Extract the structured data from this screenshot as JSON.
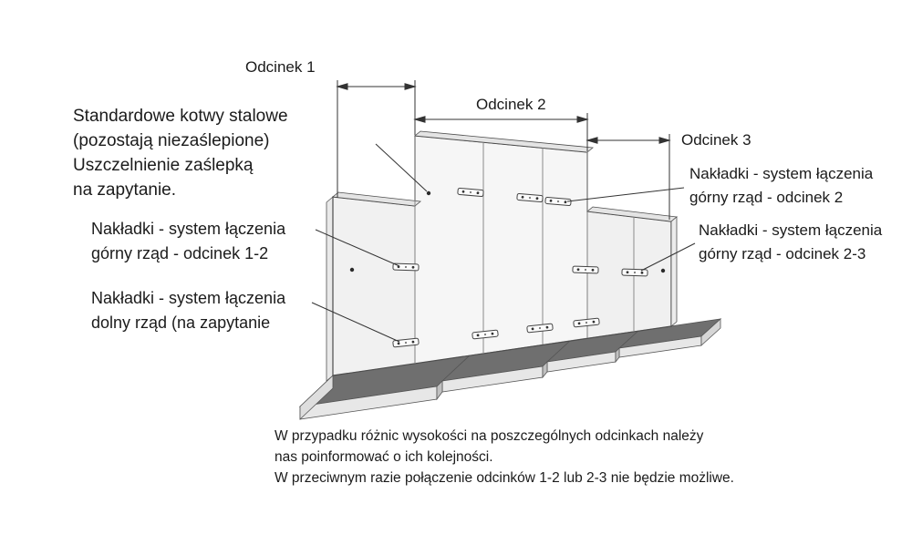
{
  "dimensions": {
    "d1": "Odcinek 1",
    "d2": "Odcinek 2",
    "d3": "Odcinek 3"
  },
  "annotations": {
    "anchors_note": "Standardowe kotwy stalowe\n(pozostają niezaślepione)\nUszczelnienie zaślepką\nna zapytanie.",
    "left_upper": "Nakładki - system łączenia\ngórny rząd - odcinek 1-2",
    "left_lower": "Nakładki - system łączenia\ndolny rząd (na zapytanie",
    "right_upper": "Nakładki - system łączenia\ngórny rząd - odcinek 2",
    "right_lower": "Nakładki - system łączenia\ngórny rząd - odcinek 2-3",
    "bottom_note": "W przypadku różnic wysokości na poszczególnych odcinkach należy\nnas poinformować o ich kolejności.\nW przeciwnym razie połączenie odcinków 1-2 lub 2-3 nie będzie możliwe."
  },
  "colors": {
    "wall_face": "#f6f6f6",
    "wall_top": "#e4e4e4",
    "outline": "#4d4d4d",
    "panel_line": "#7f7f7f",
    "footing_top_dark": "#6f6f6f",
    "footing_front": "#e7e7e7",
    "footing_step": "#c0c0c0",
    "leader": "#333333",
    "text": "#1b1b1b"
  }
}
